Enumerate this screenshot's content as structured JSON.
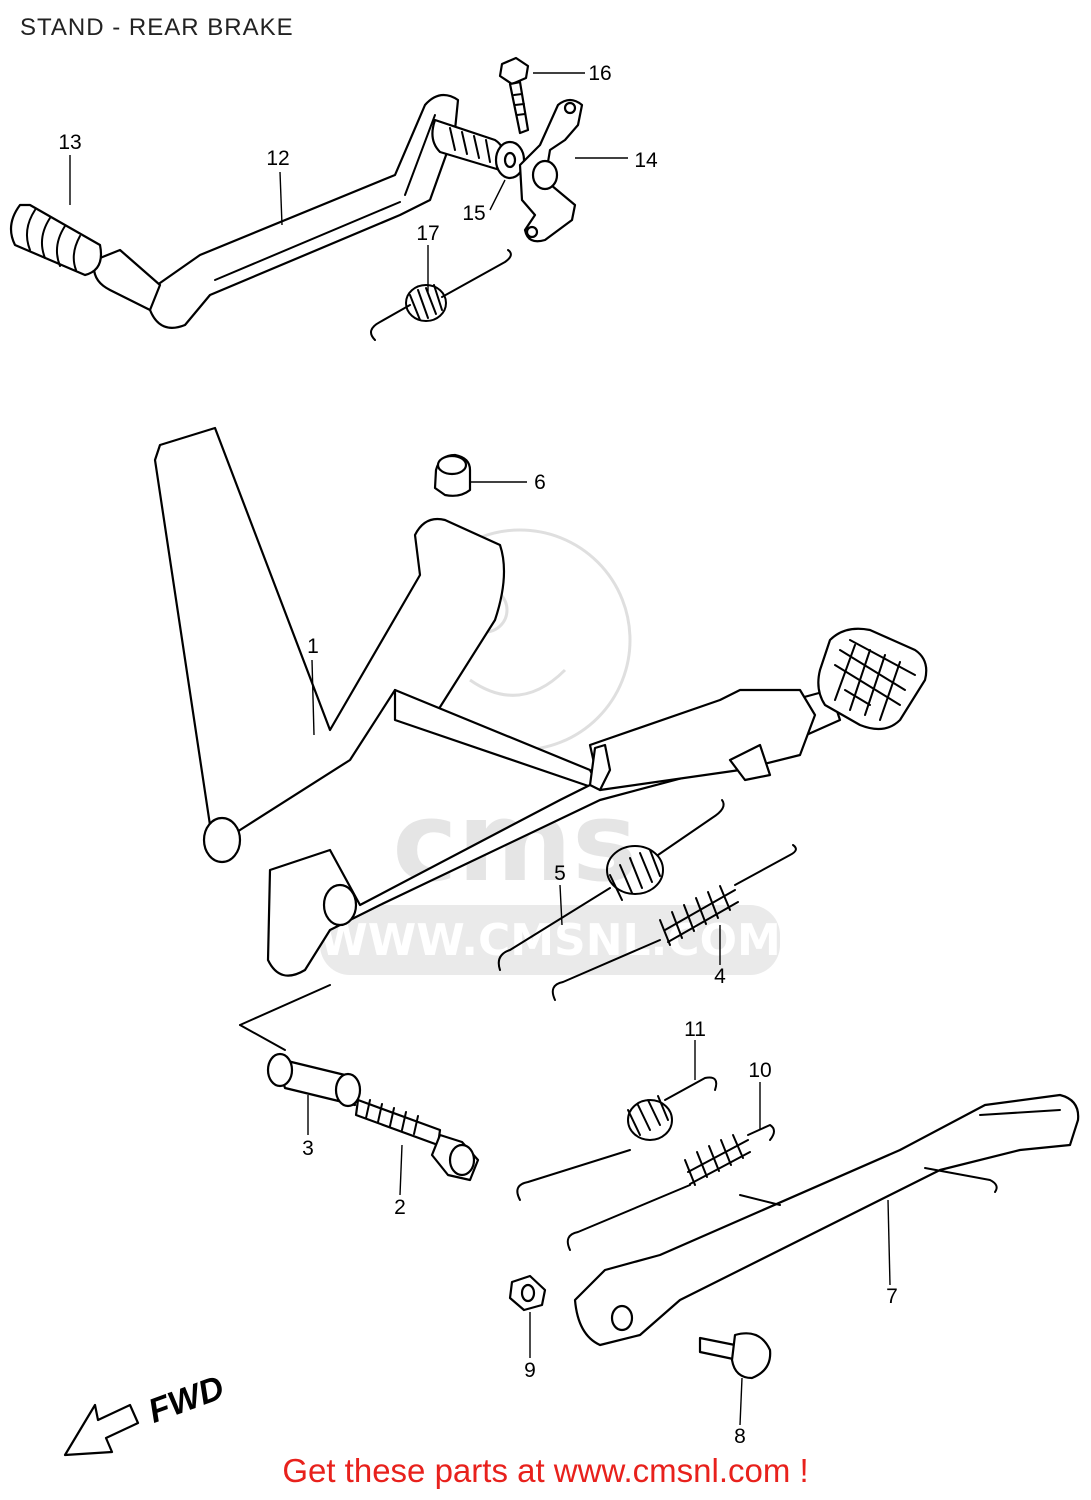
{
  "title": "STAND - REAR BRAKE",
  "promo": "Get these parts at www.cmsnl.com !",
  "watermark": {
    "logo_text": "cms",
    "url_text": "WWW.CMSNL.COM"
  },
  "direction_label": "FWD",
  "callouts": [
    {
      "id": "callout-1",
      "label": "1"
    },
    {
      "id": "callout-2",
      "label": "2"
    },
    {
      "id": "callout-3",
      "label": "3"
    },
    {
      "id": "callout-4",
      "label": "4"
    },
    {
      "id": "callout-5",
      "label": "5"
    },
    {
      "id": "callout-6",
      "label": "6"
    },
    {
      "id": "callout-7",
      "label": "7"
    },
    {
      "id": "callout-8",
      "label": "8"
    },
    {
      "id": "callout-9",
      "label": "9"
    },
    {
      "id": "callout-10",
      "label": "10"
    },
    {
      "id": "callout-11",
      "label": "11"
    },
    {
      "id": "callout-12",
      "label": "12"
    },
    {
      "id": "callout-13",
      "label": "13"
    },
    {
      "id": "callout-14",
      "label": "14"
    },
    {
      "id": "callout-15",
      "label": "15"
    },
    {
      "id": "callout-16",
      "label": "16"
    },
    {
      "id": "callout-17",
      "label": "17"
    }
  ],
  "colors": {
    "promo": "#e8211c",
    "ink": "#000000",
    "watermark": "#d9d9d9"
  }
}
